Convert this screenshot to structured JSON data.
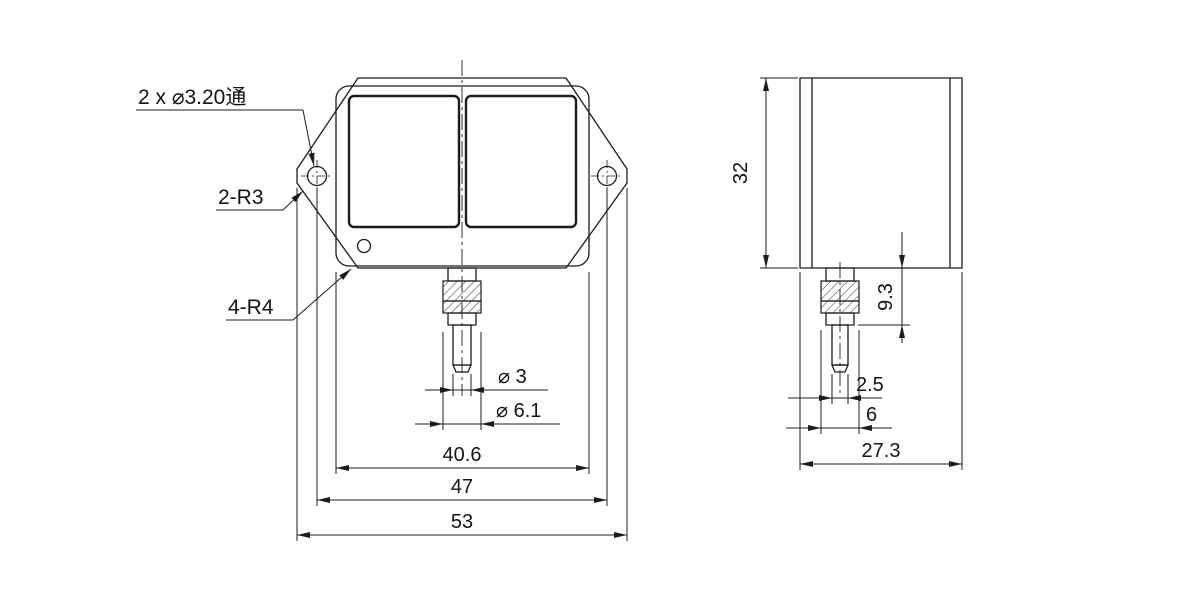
{
  "drawing": {
    "front": {
      "callout_holes": "2 x  ⌀3.20通",
      "callout_ear_radius": "2-R3",
      "callout_corner_radius": "4-R4",
      "dim_pin_dia": "⌀ 3",
      "dim_stem_dia": "⌀ 6.1",
      "dim_body_width": "40.6",
      "dim_hole_span": "47",
      "dim_overall_width": "53"
    },
    "side": {
      "dim_height": "32",
      "dim_stem_len": "9.3",
      "dim_pin_dia": "2.5",
      "dim_stem_width": "6",
      "dim_depth": "27.3"
    },
    "colors": {
      "line": "#1c1c1c",
      "background": "#ffffff"
    }
  }
}
